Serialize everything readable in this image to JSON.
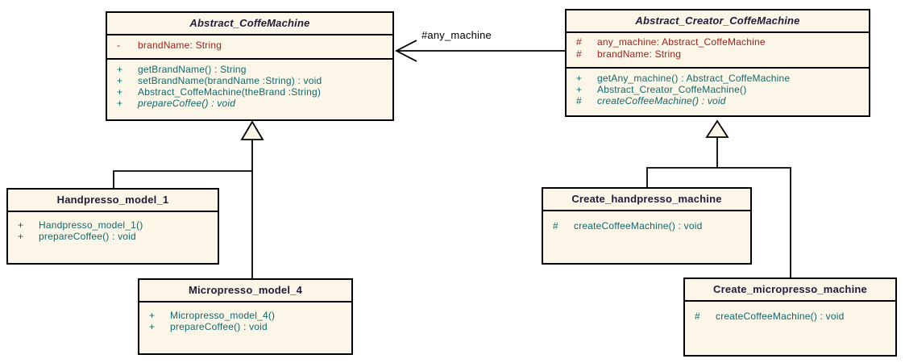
{
  "diagram_type": "uml-class-diagram",
  "colors": {
    "background": "#ffffff",
    "box_fill": "#fbf6e8",
    "box_border": "#000000",
    "title_text": "#1d1d3a",
    "attribute_text": "#9b231d",
    "method_text": "#10696b",
    "connector": "#000000"
  },
  "classes": {
    "abstract_coffemachine": {
      "title": "Abstract_CoffeMachine",
      "attributes": [
        {
          "vis": "-",
          "text": "brandName: String"
        }
      ],
      "methods": [
        {
          "vis": "+",
          "text": "getBrandName() : String"
        },
        {
          "vis": "+",
          "text": "setBrandName(brandName :String) : void"
        },
        {
          "vis": "+",
          "text": "Abstract_CoffeMachine(theBrand :String)"
        },
        {
          "vis": "+",
          "text": "prepareCoffee() : void"
        }
      ]
    },
    "abstract_creator_coffemachine": {
      "title": "Abstract_Creator_CoffeMachine",
      "attributes": [
        {
          "vis": "#",
          "text": "any_machine: Abstract_CoffeMachine"
        },
        {
          "vis": "#",
          "text": "brandName: String"
        }
      ],
      "methods": [
        {
          "vis": "+",
          "text": "getAny_machine() : Abstract_CoffeMachine"
        },
        {
          "vis": "+",
          "text": "Abstract_Creator_CoffeMachine()"
        },
        {
          "vis": "#",
          "text": "createCoffeeMachine() : void"
        }
      ]
    },
    "handpresso_model_1": {
      "title": "Handpresso_model_1",
      "methods": [
        {
          "vis": "+",
          "text": "Handpresso_model_1()"
        },
        {
          "vis": "+",
          "text": "prepareCoffee() : void"
        }
      ]
    },
    "micropresso_model_4": {
      "title": "Micropresso_model_4",
      "methods": [
        {
          "vis": "+",
          "text": "Micropresso_model_4()"
        },
        {
          "vis": "+",
          "text": "prepareCoffee() : void"
        }
      ]
    },
    "create_handpresso_machine": {
      "title": "Create_handpresso_machine",
      "methods": [
        {
          "vis": "#",
          "text": "createCoffeeMachine() : void"
        }
      ]
    },
    "create_micropresso_machine": {
      "title": "Create_micropresso_machine",
      "methods": [
        {
          "vis": "#",
          "text": "createCoffeeMachine() : void"
        }
      ]
    }
  },
  "relations": {
    "association": {
      "type": "association",
      "from": "Abstract_Creator_CoffeMachine",
      "to": "Abstract_CoffeMachine",
      "label": "#any_machine"
    },
    "generalization_left": {
      "type": "generalization",
      "from": [
        "Handpresso_model_1",
        "Micropresso_model_4"
      ],
      "to": "Abstract_CoffeMachine"
    },
    "generalization_right": {
      "type": "generalization",
      "from": [
        "Create_handpresso_machine",
        "Create_micropresso_machine"
      ],
      "to": "Abstract_Creator_CoffeMachine"
    }
  }
}
